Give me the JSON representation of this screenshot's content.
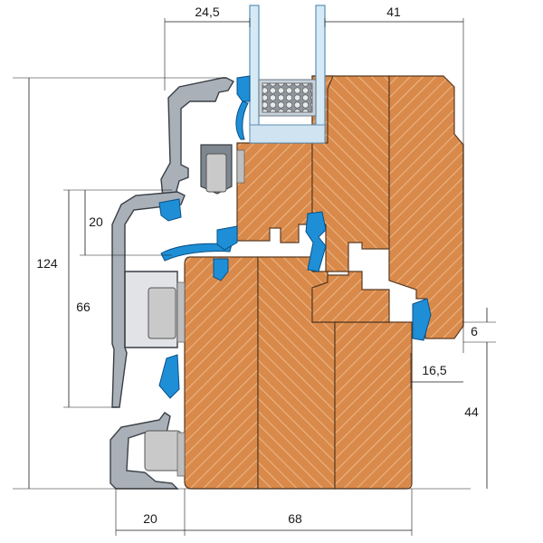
{
  "dimensions": {
    "top_left": "24,5",
    "top_right": "41",
    "left_overall": "124",
    "left_mid": "66",
    "left_small": "20",
    "right_small": "6",
    "right_mid": "16,5",
    "right_lower": "44",
    "bottom_left": "20",
    "bottom_right": "68"
  },
  "colors": {
    "wood": "#d98a4a",
    "wood_grain": "#f0c39a",
    "aluminium": "#a9b0b8",
    "seal_blue": "#1e8fd6",
    "glass": "#d6eaf6"
  }
}
